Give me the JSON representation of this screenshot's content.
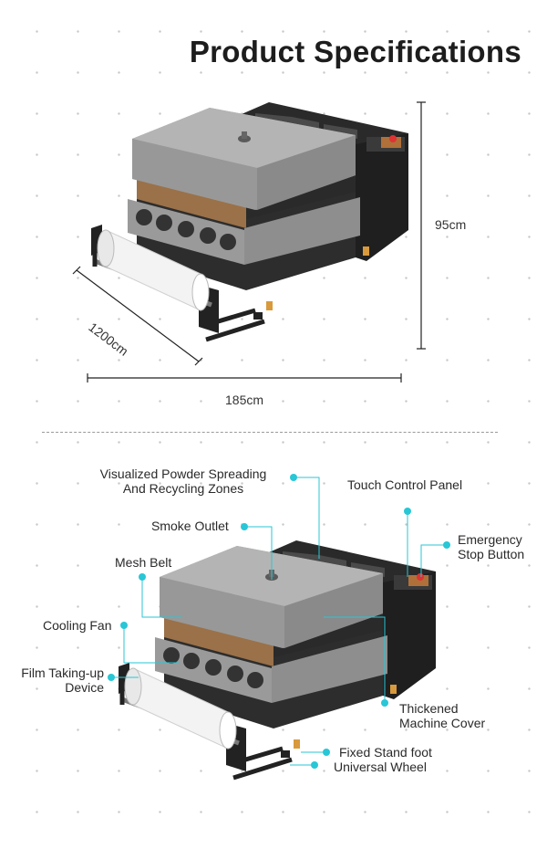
{
  "page": {
    "title": "Product Specifications"
  },
  "dimensions": {
    "height": "95cm",
    "depth": "1200cm",
    "width": "185cm"
  },
  "callouts": {
    "powder_zone": "Visualized Powder Spreading\nAnd Recycling Zones",
    "touch_panel": "Touch Control Panel",
    "emergency_stop": "Emergency\nStop Button",
    "smoke_outlet": "Smoke Outlet",
    "mesh_belt": "Mesh Belt",
    "cooling_fan": "Cooling Fan",
    "film_takeup": "Film Taking-up\nDevice",
    "machine_cover": "Thickened\nMachine Cover",
    "stand_foot": "Fixed Stand foot",
    "universal_wheel": "Universal Wheel"
  },
  "colors": {
    "accent": "#29c6d6",
    "machine_body": "#2b2b2b",
    "machine_cover": "#a3a3a3",
    "mesh_belt": "#a0764e"
  }
}
